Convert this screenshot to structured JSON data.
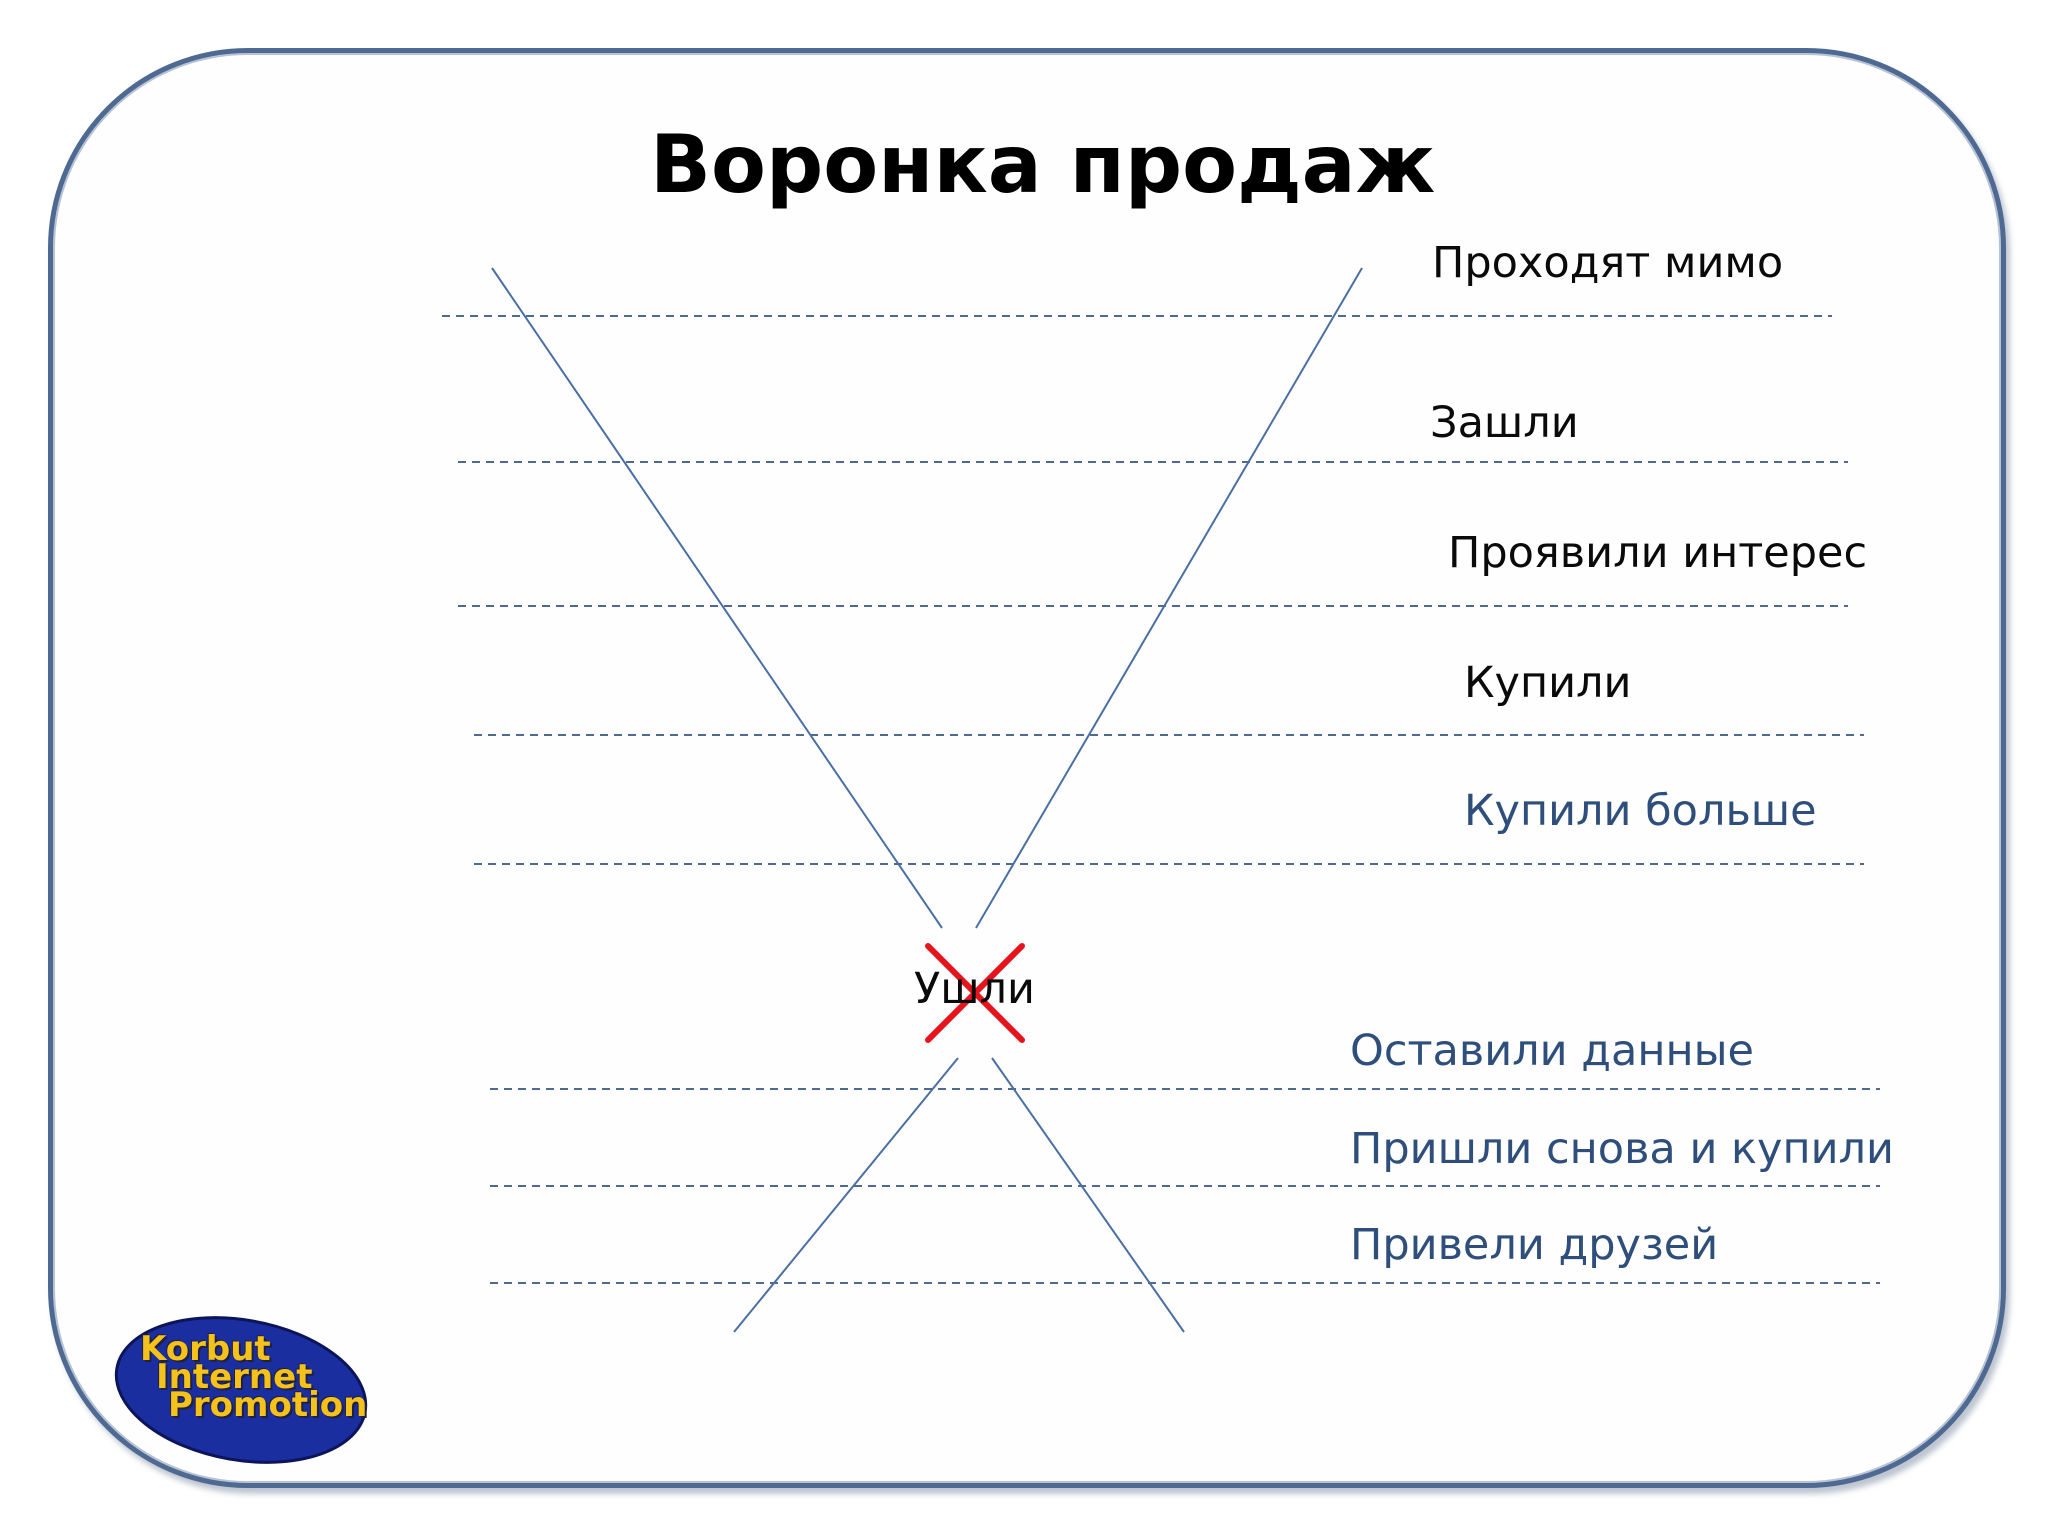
{
  "title": "Воронка продаж",
  "colors": {
    "frame": "#4e6a92",
    "dash": "#4e6a92",
    "funnel_line": "#4a6fa5",
    "cross": "#e8141b",
    "label_black": "#0a0a0a",
    "label_blue": "#2e4e7c",
    "logo_fill": "#1a2ea0",
    "logo_text": "#f5c21b"
  },
  "upper_levels": [
    {
      "label": "Проходят мимо"
    },
    {
      "label": "Зашли"
    },
    {
      "label": "Проявили интерес"
    },
    {
      "label": "Купили"
    },
    {
      "label": "Купили больше"
    }
  ],
  "exit_label": "Ушли",
  "lower_levels": [
    {
      "label": "Оставили данные"
    },
    {
      "label": "Пришли снова и купили"
    },
    {
      "label": "Привели друзей"
    }
  ],
  "logo": {
    "line1": "Korbut",
    "line2": "Internet",
    "line3": "Promotion"
  }
}
